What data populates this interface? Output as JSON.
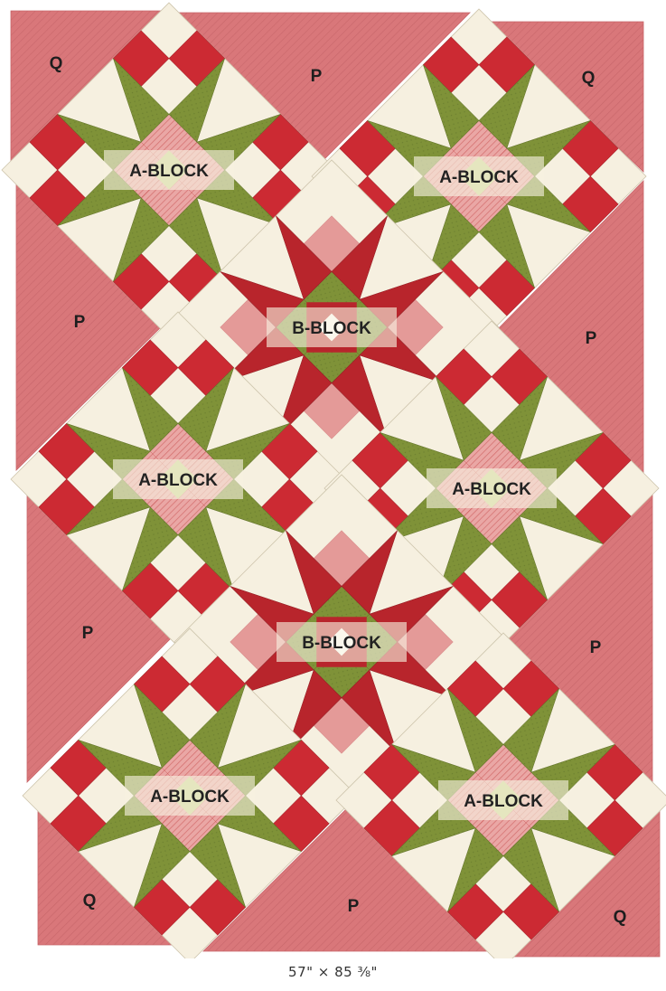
{
  "diagram": {
    "block_labels": {
      "a1": "A-BLOCK",
      "a2": "A-BLOCK",
      "b1": "B-BLOCK",
      "a3": "A-BLOCK",
      "a4": "A-BLOCK",
      "b2": "B-BLOCK",
      "a5": "A-BLOCK",
      "a6": "A-BLOCK"
    },
    "setting_labels": {
      "q_top_left": "Q",
      "p_top": "P",
      "q_top_right": "Q",
      "p_left_upper": "P",
      "p_right_upper": "P",
      "p_left_lower": "P",
      "p_right_lower": "P",
      "q_bottom_left": "Q",
      "p_bottom": "P",
      "q_bottom_right": "Q"
    },
    "finished_size": "57\" × 85 ⅜\"",
    "colors": {
      "background_cream": "#f6f0e0",
      "setting_pink": "#d9777a",
      "red": "#cc2a33",
      "dark_red": "#b8252c",
      "green": "#7f9238",
      "pink_light": "#e49a98",
      "label_box": "#f7f2e0"
    }
  }
}
